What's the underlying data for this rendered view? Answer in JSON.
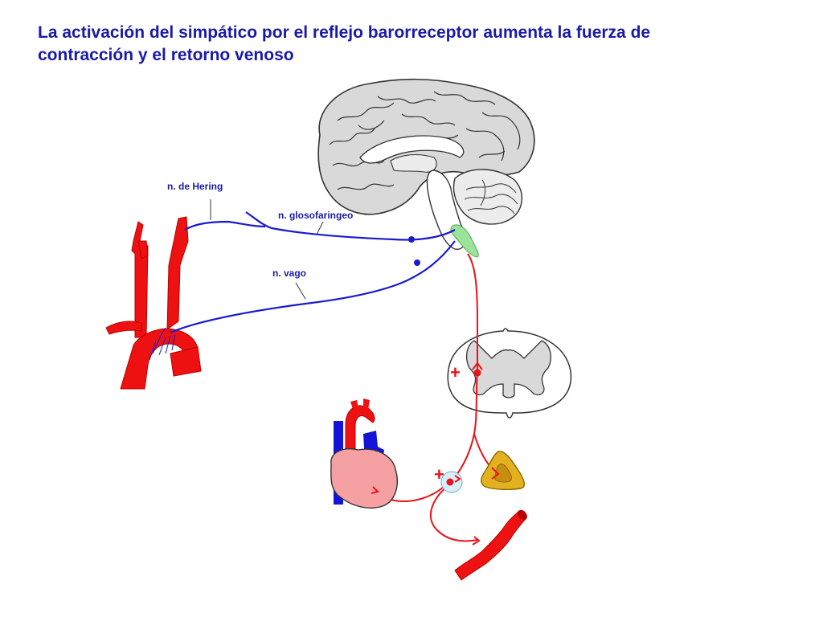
{
  "title": {
    "line1": "La activación del simpático por el reflejo barorreceptor aumenta la fuerza de",
    "line2": "contracción y el retorno venoso"
  },
  "labels": {
    "hering": "n. de Hering",
    "glosofaringeo": "n. glosofaringeo",
    "vago": "n. vago"
  },
  "signs": {
    "spinal": "+",
    "ganglion": "+"
  },
  "colors": {
    "title": "#1a1aa8",
    "nerve_afferent": "#1a1ad0",
    "efferent": "#e8131b",
    "artery": "#ee1111",
    "vein": "#1414d8",
    "heart": "#f5a0a2",
    "adrenal": "#e3b020",
    "brain": "#d9d9d9",
    "brainstem_nucleus": "#9be39b"
  }
}
